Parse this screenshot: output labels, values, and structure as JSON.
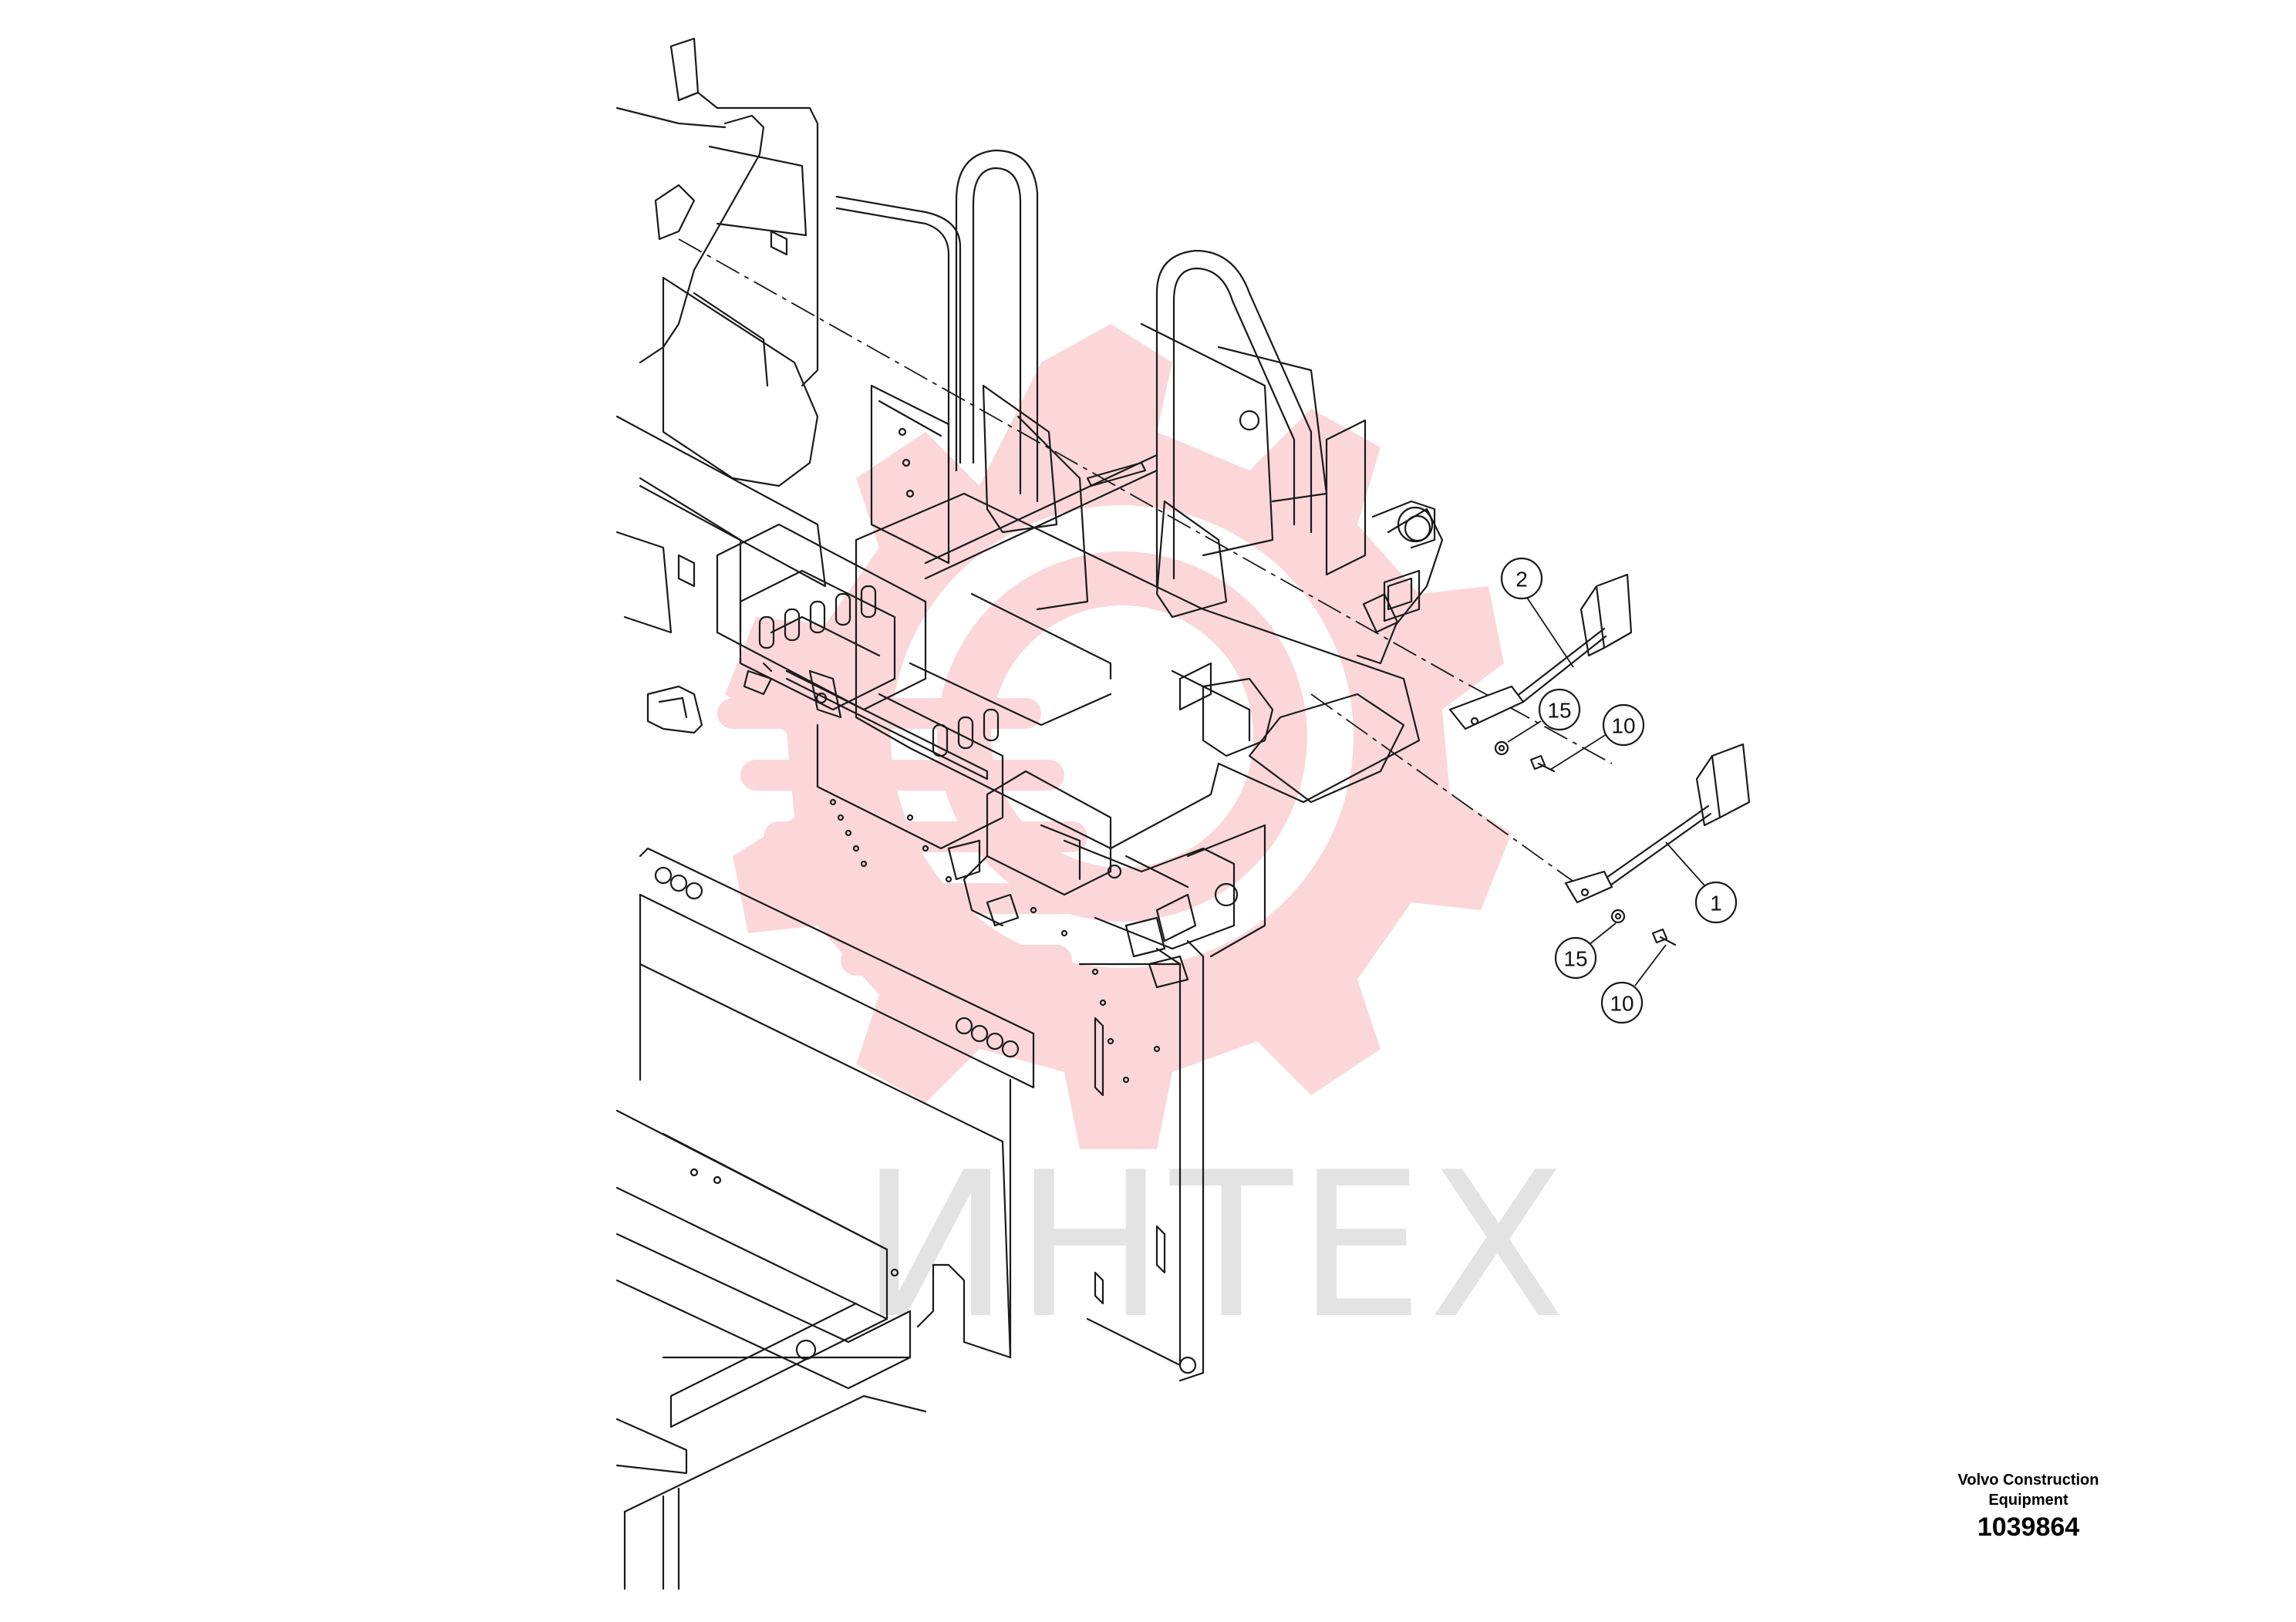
{
  "watermark": {
    "text": "ИНТЕХ",
    "gear_color": "#fbd7d9",
    "text_color": "#e3e3e3"
  },
  "callouts": [
    {
      "label": "1"
    },
    {
      "label": "2"
    },
    {
      "label": "15"
    },
    {
      "label": "10"
    },
    {
      "label": "15"
    },
    {
      "label": "10"
    }
  ],
  "title_block": {
    "manufacturer": "Volvo Construction\nEquipment",
    "drawing_number": "1039864"
  },
  "colors": {
    "line": "#1a1a1a",
    "background": "#ffffff"
  }
}
